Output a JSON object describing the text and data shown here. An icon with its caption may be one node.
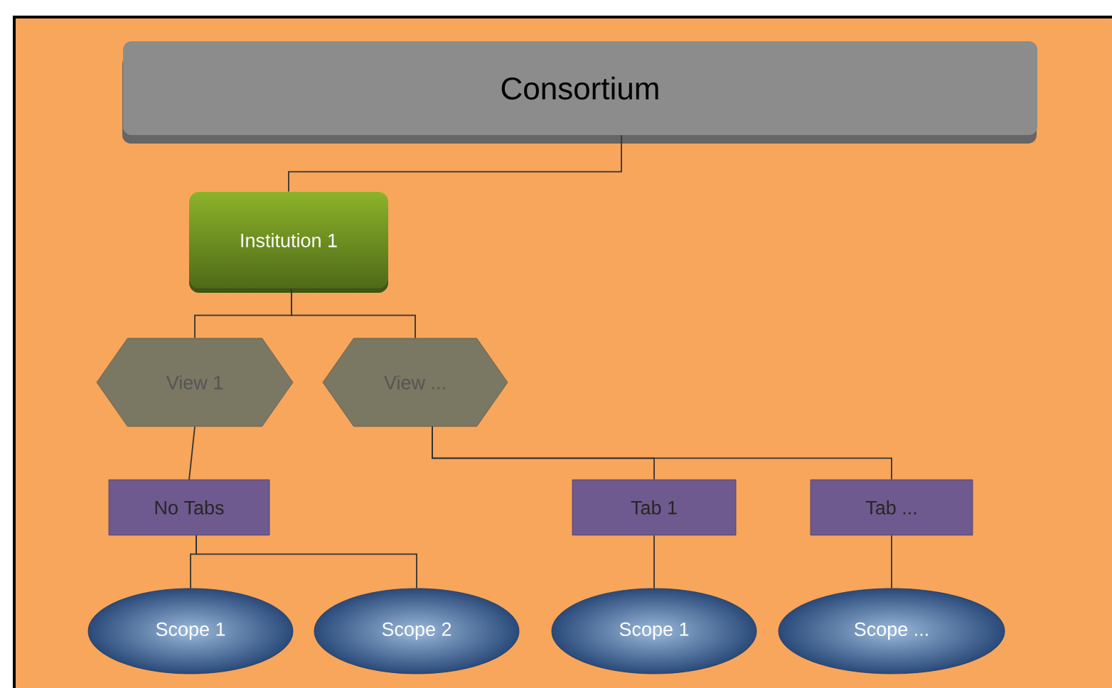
{
  "diagram": {
    "nodes": [
      {
        "text": [
          "Consortium"
        ]
      },
      {
        "text": [
          "Institution 1"
        ]
      },
      {
        "text": [
          "View 1"
        ]
      },
      {
        "text": [
          "View ..."
        ]
      },
      {
        "text": [
          "No Tabs"
        ]
      },
      {
        "text": [
          "Tab 1"
        ]
      },
      {
        "text": [
          "Tab ..."
        ]
      },
      {
        "text": [
          "Scope 1"
        ]
      },
      {
        "text": [
          "Scope 2"
        ]
      },
      {
        "text": [
          "Scope 1"
        ]
      },
      {
        "text": [
          "Scope ..."
        ]
      }
    ],
    "edges": [
      {
        "from": 0,
        "to": 1,
        "arrow": "none"
      },
      {
        "from": 1,
        "to": 2,
        "arrow": "none"
      },
      {
        "from": 1,
        "to": 3,
        "arrow": "none"
      },
      {
        "from": 2,
        "to": 4,
        "arrow": "none"
      },
      {
        "from": 3,
        "to": 5,
        "arrow": "none"
      },
      {
        "from": 3,
        "to": 6,
        "arrow": "none"
      },
      {
        "from": 4,
        "to": 7,
        "arrow": "none"
      },
      {
        "from": 4,
        "to": 8,
        "arrow": "none"
      },
      {
        "from": 5,
        "to": 9,
        "arrow": "none"
      },
      {
        "from": 6,
        "to": 10,
        "arrow": "none"
      }
    ]
  }
}
